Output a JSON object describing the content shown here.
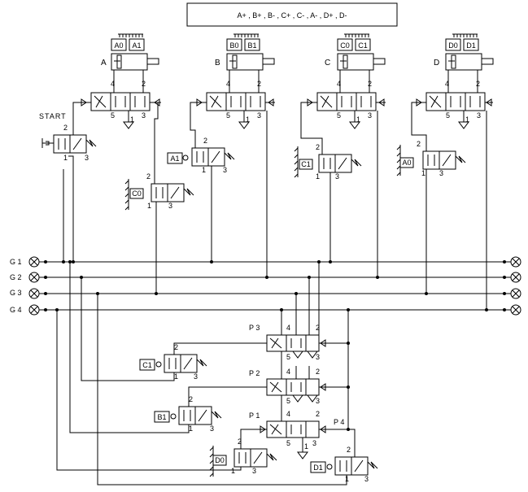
{
  "sequence": "A+ , B+ , B- , C+ , C- , A- , D+ , D-",
  "start_label": "START",
  "cylinders": [
    {
      "name": "A",
      "sensors": [
        "A0",
        "A1"
      ]
    },
    {
      "name": "B",
      "sensors": [
        "B0",
        "B1"
      ]
    },
    {
      "name": "C",
      "sensors": [
        "C0",
        "C1"
      ]
    },
    {
      "name": "D",
      "sensors": [
        "D0",
        "D1"
      ]
    }
  ],
  "groups": [
    "G 1",
    "G 2",
    "G 3",
    "G 4"
  ],
  "group_valves": [
    "P 3",
    "P 2",
    "P 1",
    "P 4"
  ],
  "limit_valves": [
    "A1",
    "C0",
    "C1",
    "B1",
    "D0",
    "D1"
  ],
  "limit_valve_extra": [
    "C1",
    "A0"
  ],
  "ports": {
    "p2": "2",
    "p3": "3",
    "p1": "1",
    "p4": "4",
    "p5": "5"
  }
}
